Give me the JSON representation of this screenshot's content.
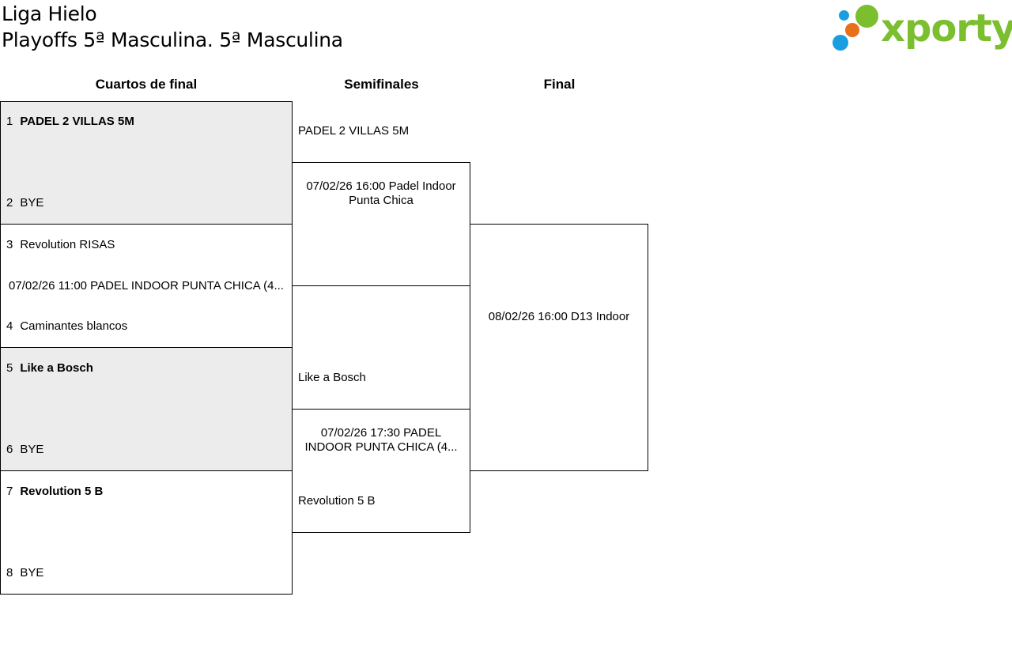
{
  "header": {
    "title": "Liga Hielo",
    "subtitle": "Playoffs 5ª Masculina. 5ª Masculina"
  },
  "logo": {
    "text": "xporty",
    "colors": {
      "green": "#7bbe2e",
      "orange": "#e8701a",
      "blue": "#1a9ee0"
    }
  },
  "rounds": [
    {
      "label": "Cuartos de final"
    },
    {
      "label": "Semifinales"
    },
    {
      "label": "Final"
    }
  ],
  "quarterfinals": [
    {
      "seed_a": "1",
      "team_a": "PADEL 2 VILLAS 5M",
      "seed_b": "2",
      "team_b": "BYE",
      "match": ""
    },
    {
      "seed_a": "3",
      "team_a": "Revolution RISAS",
      "seed_b": "4",
      "team_b": "Caminantes blancos",
      "match": "07/02/26 11:00 PADEL INDOOR PUNTA CHICA (4..."
    },
    {
      "seed_a": "5",
      "team_a": "Like a Bosch",
      "seed_b": "6",
      "team_b": "BYE",
      "match": ""
    },
    {
      "seed_a": "7",
      "team_a": "Revolution 5 B",
      "seed_b": "8",
      "team_b": "BYE",
      "match": ""
    }
  ],
  "semifinals": [
    {
      "team_a": "PADEL 2 VILLAS 5M",
      "team_b": "",
      "match": "07/02/26 16:00 Padel Indoor Punta Chica"
    },
    {
      "team_a": "Like a Bosch",
      "team_b": "Revolution 5 B",
      "match": "07/02/26 17:30 PADEL INDOOR PUNTA CHICA (4..."
    }
  ],
  "final": {
    "match": "08/02/26 16:00 D13 Indoor"
  }
}
